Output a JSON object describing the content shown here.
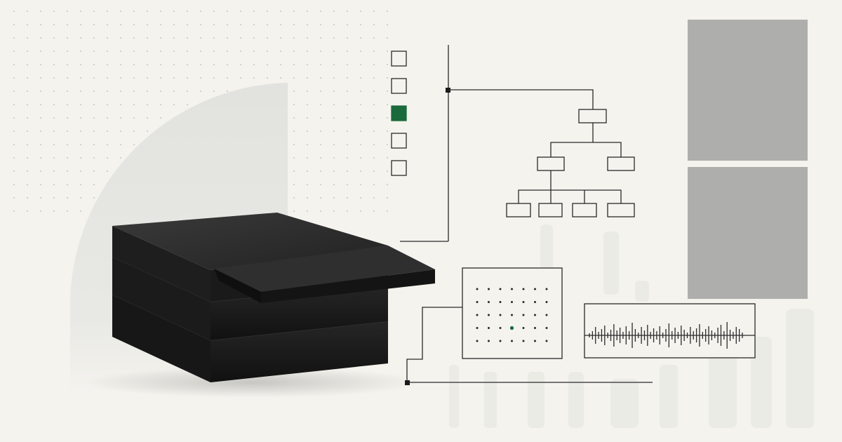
{
  "colors": {
    "background": "#f4f3ee",
    "accent": "#1a6a3c",
    "line": "#2a2a2a",
    "panel": "#aeaeac",
    "dots": "#b8b8b2",
    "arc": "#e4e4e0",
    "box_dark": "#1f1f1f",
    "box_mid": "#2c2c2c"
  },
  "checklist": {
    "item_count": 5,
    "selected_index": 2
  },
  "dot_grid": {
    "rows": 5,
    "cols": 7,
    "highlight": [
      3,
      3
    ]
  },
  "waveform": {
    "amplitudes": [
      3,
      6,
      12,
      5,
      9,
      14,
      4,
      8,
      16,
      7,
      11,
      5,
      13,
      6,
      18,
      9,
      4,
      12,
      7,
      15,
      5,
      10,
      6,
      13,
      4,
      9,
      17,
      6,
      11,
      5,
      14,
      8,
      4,
      12,
      6,
      10,
      16,
      5,
      9,
      13,
      7,
      4,
      11,
      15,
      6,
      19,
      8,
      5,
      12,
      9,
      4
    ]
  }
}
